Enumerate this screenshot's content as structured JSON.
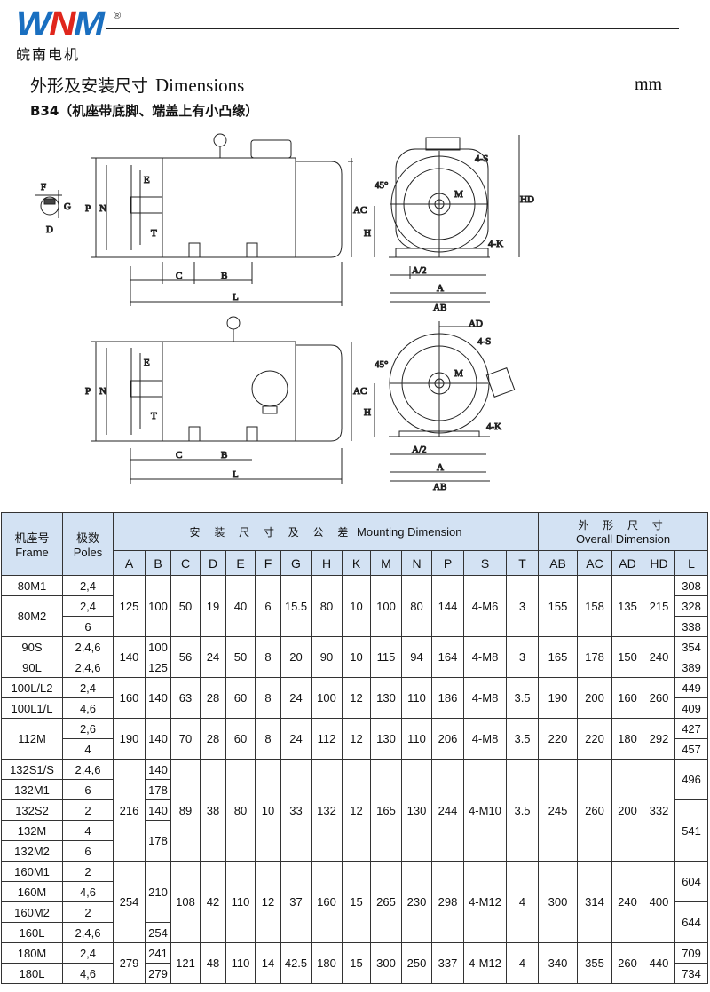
{
  "brand": {
    "logo_w": "W",
    "logo_n": "N",
    "logo_m": "M",
    "registered": "®",
    "name_cn": "皖南电机",
    "colors": {
      "blue": "#1a6fc0",
      "red": "#e0261c"
    }
  },
  "heading": {
    "title_cn": "外形及安装尺寸",
    "title_en": "Dimensions",
    "unit": "mm",
    "subtitle": "B34（机座带底脚、端盖上有小凸缘）"
  },
  "drawings": {
    "labels": {
      "F": "F",
      "G": "G",
      "D": "D",
      "P": "P",
      "N": "N",
      "E": "E",
      "T": "T",
      "C": "C",
      "B": "B",
      "L": "L",
      "AC": "AC",
      "HD": "HD",
      "H": "H",
      "A2": "A/2",
      "A": "A",
      "AB": "AB",
      "K": "4-K",
      "S": "4-S",
      "M": "M",
      "angle": "45°",
      "AD": "AD"
    }
  },
  "table": {
    "header": {
      "frame_cn": "机座号",
      "frame_en": "Frame",
      "poles_cn": "极数",
      "poles_en": "Poles",
      "mount_cn": "安 装 尺 寸 及 公 差",
      "mount_en": "Mounting Dimension",
      "overall_cn": "外 形 尺 寸",
      "overall_en": "Overall Dimension"
    },
    "mount_cols": [
      "A",
      "B",
      "C",
      "D",
      "E",
      "F",
      "G",
      "H",
      "K",
      "M",
      "N",
      "P",
      "S",
      "T"
    ],
    "overall_cols": [
      "AB",
      "AC",
      "AD",
      "HD",
      "L"
    ],
    "rows": [
      [
        "80M1",
        "2,4",
        "125",
        "100",
        "50",
        "19",
        "40",
        "6",
        "15.5",
        "80",
        "10",
        "100",
        "80",
        "144",
        "4-M6",
        "3",
        "155",
        "158",
        "135",
        "215",
        "308"
      ],
      [
        "80M2",
        "2,4",
        null,
        null,
        null,
        null,
        null,
        null,
        null,
        null,
        null,
        null,
        null,
        null,
        null,
        null,
        null,
        null,
        null,
        null,
        "328"
      ],
      [
        null,
        "6",
        null,
        null,
        null,
        null,
        null,
        null,
        null,
        null,
        null,
        null,
        null,
        null,
        null,
        null,
        null,
        null,
        null,
        null,
        "338"
      ],
      [
        "90S",
        "2,4,6",
        "140",
        "100",
        "56",
        "24",
        "50",
        "8",
        "20",
        "90",
        "10",
        "115",
        "94",
        "164",
        "4-M8",
        "3",
        "165",
        "178",
        "150",
        "240",
        "354"
      ],
      [
        "90L",
        "2,4,6",
        null,
        "125",
        null,
        null,
        null,
        null,
        null,
        null,
        null,
        null,
        null,
        null,
        null,
        null,
        null,
        null,
        null,
        null,
        "389"
      ],
      [
        "100L/L2",
        "2,4",
        "160",
        "140",
        "63",
        "28",
        "60",
        "8",
        "24",
        "100",
        "12",
        "130",
        "110",
        "186",
        "4-M8",
        "3.5",
        "190",
        "200",
        "160",
        "260",
        "449"
      ],
      [
        "100L1/L",
        "4,6",
        null,
        null,
        null,
        null,
        null,
        null,
        null,
        null,
        null,
        null,
        null,
        null,
        null,
        null,
        null,
        null,
        null,
        null,
        "409"
      ],
      [
        "112M",
        "2,6",
        "190",
        "140",
        "70",
        "28",
        "60",
        "8",
        "24",
        "112",
        "12",
        "130",
        "110",
        "206",
        "4-M8",
        "3.5",
        "220",
        "220",
        "180",
        "292",
        "427"
      ],
      [
        null,
        "4",
        null,
        null,
        null,
        null,
        null,
        null,
        null,
        null,
        null,
        null,
        null,
        null,
        null,
        null,
        null,
        null,
        null,
        null,
        "457"
      ],
      [
        "132S1/S",
        "2,4,6",
        "216",
        "140",
        "89",
        "38",
        "80",
        "10",
        "33",
        "132",
        "12",
        "165",
        "130",
        "244",
        "4-M10",
        "3.5",
        "245",
        "260",
        "200",
        "332",
        "496"
      ],
      [
        "132M1",
        "6",
        null,
        "178",
        null,
        null,
        null,
        null,
        null,
        null,
        null,
        null,
        null,
        null,
        null,
        null,
        null,
        null,
        null,
        null,
        null
      ],
      [
        "132S2",
        "2",
        null,
        "140",
        null,
        null,
        null,
        null,
        null,
        null,
        null,
        null,
        null,
        null,
        null,
        null,
        null,
        null,
        null,
        null,
        "541"
      ],
      [
        "132M",
        "4",
        null,
        "178",
        null,
        null,
        null,
        null,
        null,
        null,
        null,
        null,
        null,
        null,
        null,
        null,
        null,
        null,
        null,
        null,
        null
      ],
      [
        "132M2",
        "6",
        null,
        null,
        null,
        null,
        null,
        null,
        null,
        null,
        null,
        null,
        null,
        null,
        null,
        null,
        null,
        null,
        null,
        null,
        null
      ],
      [
        "160M1",
        "2",
        "254",
        "210",
        "108",
        "42",
        "110",
        "12",
        "37",
        "160",
        "15",
        "265",
        "230",
        "298",
        "4-M12",
        "4",
        "300",
        "314",
        "240",
        "400",
        "604"
      ],
      [
        "160M",
        "4,6",
        null,
        null,
        null,
        null,
        null,
        null,
        null,
        null,
        null,
        null,
        null,
        null,
        null,
        null,
        null,
        null,
        null,
        null,
        null
      ],
      [
        "160M2",
        "2",
        null,
        null,
        null,
        null,
        null,
        null,
        null,
        null,
        null,
        null,
        null,
        null,
        null,
        null,
        null,
        null,
        null,
        null,
        "644"
      ],
      [
        "160L",
        "2,4,6",
        null,
        "254",
        null,
        null,
        null,
        null,
        null,
        null,
        null,
        null,
        null,
        null,
        null,
        null,
        null,
        null,
        null,
        null,
        null
      ],
      [
        "180M",
        "2,4",
        "279",
        "241",
        "121",
        "48",
        "110",
        "14",
        "42.5",
        "180",
        "15",
        "300",
        "250",
        "337",
        "4-M12",
        "4",
        "340",
        "355",
        "260",
        "440",
        "709"
      ],
      [
        "180L",
        "4,6",
        null,
        "279",
        null,
        null,
        null,
        null,
        null,
        null,
        null,
        null,
        null,
        null,
        null,
        null,
        null,
        null,
        null,
        null,
        "734"
      ]
    ]
  }
}
